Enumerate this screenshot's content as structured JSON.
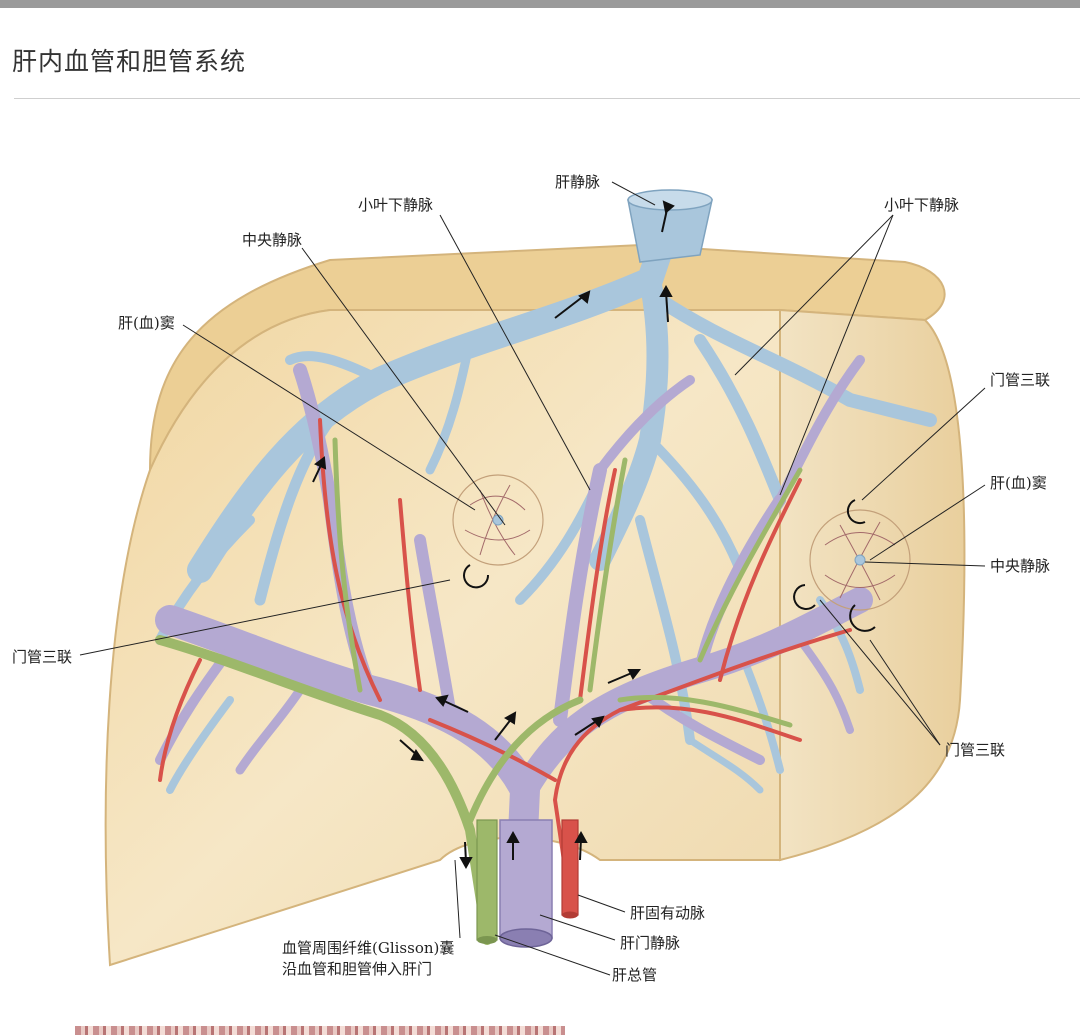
{
  "title": "肝内血管和胆管系统",
  "labels": {
    "hepatic_vein": "肝静脉",
    "sublobular_vein_left": "小叶下静脉",
    "sublobular_vein_right": "小叶下静脉",
    "central_vein_left": "中央静脉",
    "sinusoid_left": "肝(血)窦",
    "portal_triad_right_top": "门管三联",
    "sinusoid_right": "肝(血)窦",
    "central_vein_right": "中央静脉",
    "portal_triad_left": "门管三联",
    "portal_triad_right_bottom": "门管三联",
    "hepatic_artery_proper": "肝固有动脉",
    "hepatic_portal_vein": "肝门静脉",
    "glisson_line1": "血管周围纤维(Glisson)囊",
    "glisson_line2": "沿血管和胆管伸入肝门",
    "common_hepatic_duct": "肝总管"
  },
  "colors": {
    "liver_tissue": "#f3deb0",
    "liver_edge": "#d9ba82",
    "hepatic_vein": "#a9c6dc",
    "portal_vein": "#b4a9d2",
    "hepatic_artery": "#d8524a",
    "bile_duct": "#9db86a"
  }
}
